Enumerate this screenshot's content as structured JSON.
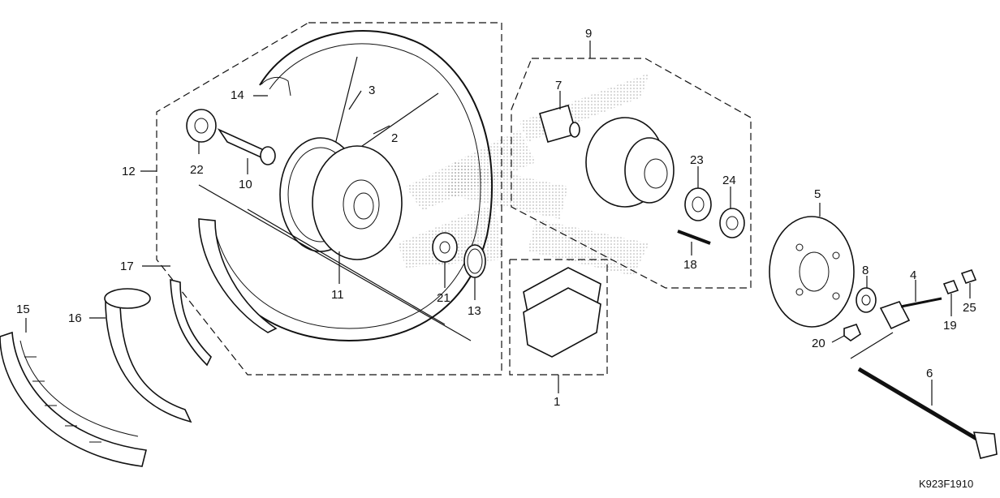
{
  "diagram_code": "K923F1910",
  "callouts": {
    "c1": "1",
    "c2": "2",
    "c3": "3",
    "c4": "4",
    "c5": "5",
    "c6": "6",
    "c7": "7",
    "c8": "8",
    "c9": "9",
    "c10": "10",
    "c11": "11",
    "c12": "12",
    "c13": "13",
    "c14": "14",
    "c15": "15",
    "c16": "16",
    "c17": "17",
    "c18": "18",
    "c19": "19",
    "c20": "20",
    "c21": "21",
    "c22": "22",
    "c23": "23",
    "c24": "24",
    "c25": "25"
  }
}
